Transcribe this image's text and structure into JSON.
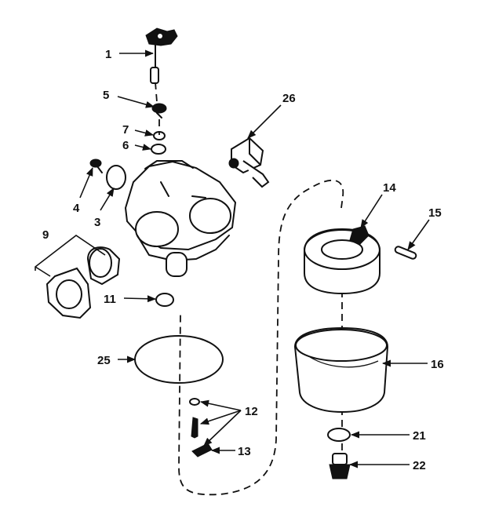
{
  "callouts": [
    {
      "id": "c1",
      "text": "1"
    },
    {
      "id": "c5",
      "text": "5"
    },
    {
      "id": "c7",
      "text": "7"
    },
    {
      "id": "c6",
      "text": "6"
    },
    {
      "id": "c26",
      "text": "26"
    },
    {
      "id": "c4",
      "text": "4"
    },
    {
      "id": "c3",
      "text": "3"
    },
    {
      "id": "c9",
      "text": "9"
    },
    {
      "id": "c11",
      "text": "11"
    },
    {
      "id": "c25",
      "text": "25"
    },
    {
      "id": "c12",
      "text": "12"
    },
    {
      "id": "c13",
      "text": "13"
    },
    {
      "id": "c14",
      "text": "14"
    },
    {
      "id": "c15",
      "text": "15"
    },
    {
      "id": "c16",
      "text": "16"
    },
    {
      "id": "c21",
      "text": "21"
    },
    {
      "id": "c22",
      "text": "22"
    }
  ]
}
